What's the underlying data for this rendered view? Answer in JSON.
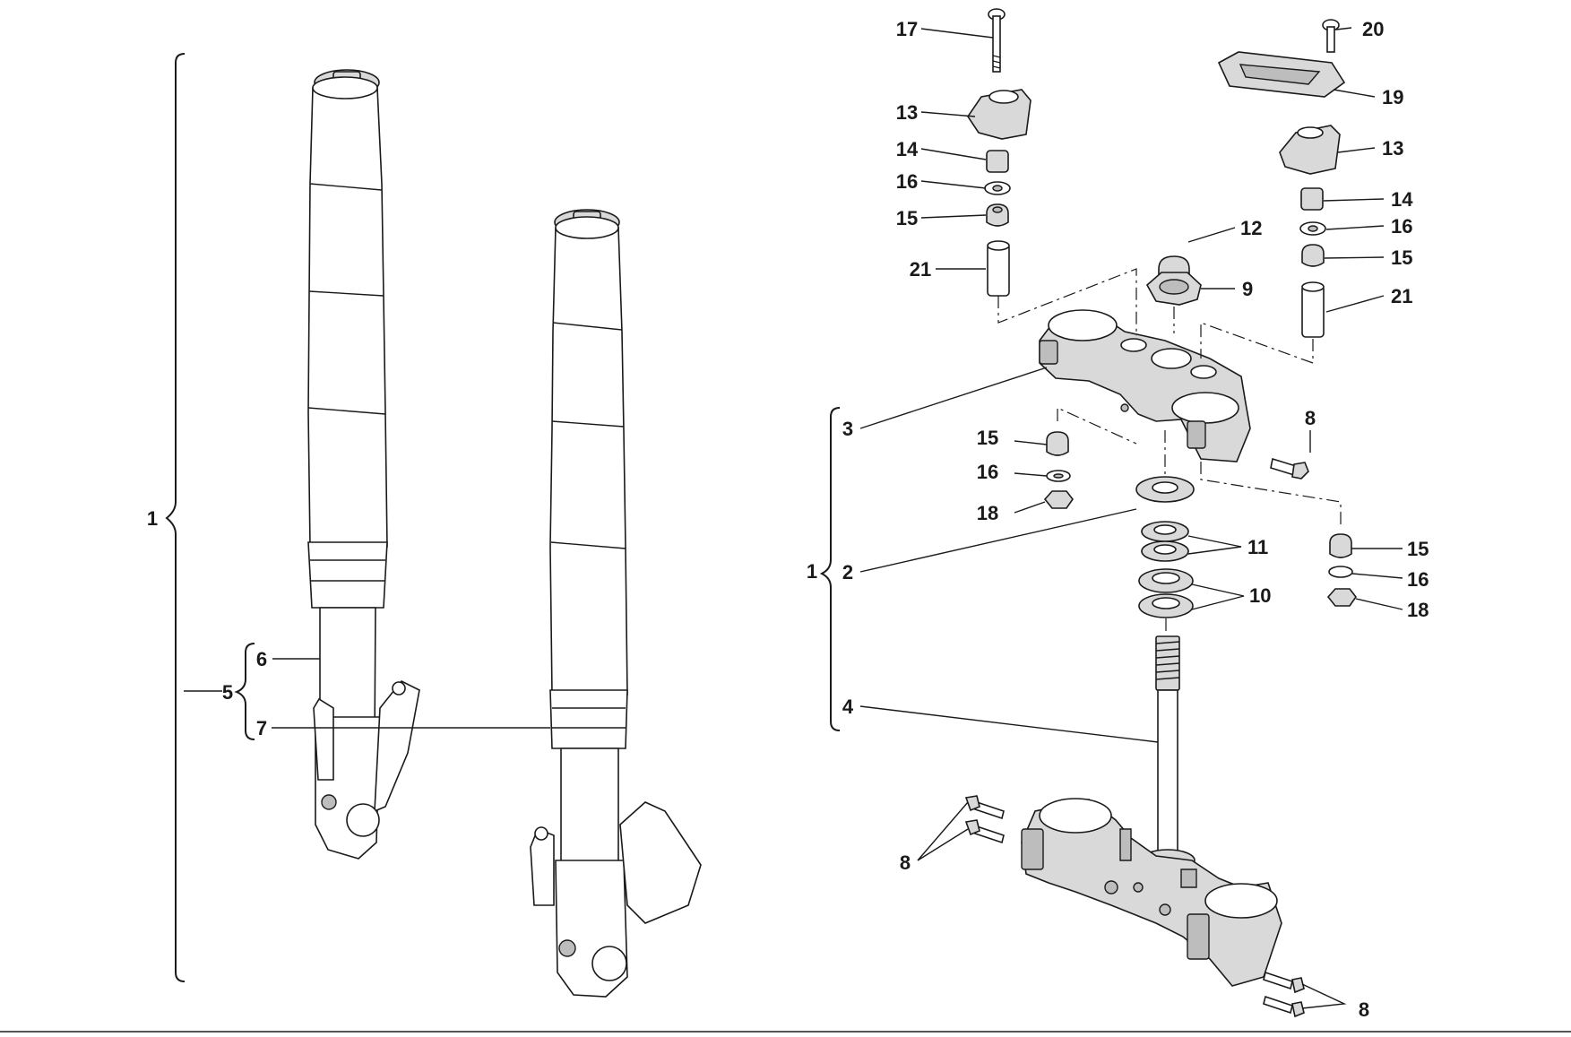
{
  "callouts": {
    "c1a": "1",
    "c5": "5",
    "c6": "6",
    "c7": "7",
    "c17": "17",
    "c13a": "13",
    "c14a": "14",
    "c16a": "16",
    "c15a": "15",
    "c21a": "21",
    "c20": "20",
    "c19": "19",
    "c13b": "13",
    "c14b": "14",
    "c16b": "16",
    "c15b": "15",
    "c21b": "21",
    "c12": "12",
    "c9": "9",
    "c3": "3",
    "c8a": "8",
    "c15c": "15",
    "c16c": "16",
    "c18a": "18",
    "c1b": "1",
    "c2": "2",
    "c11": "11",
    "c10": "10",
    "c15d": "15",
    "c16d": "16",
    "c18b": "18",
    "c4": "4",
    "c8b": "8",
    "c8c": "8"
  },
  "colors": {
    "line": "#1a1a1a",
    "fill_light": "#d9d9d9",
    "fill_dark": "#bdbdbd"
  }
}
